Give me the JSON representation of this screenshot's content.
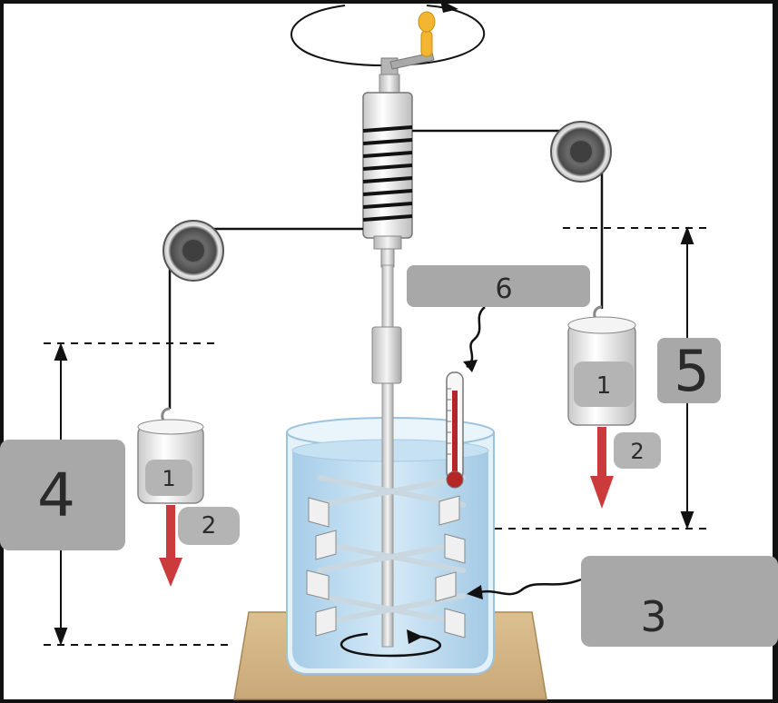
{
  "diagram": {
    "labels": [
      {
        "id": "label-1-left",
        "text": "1"
      },
      {
        "id": "label-2-left",
        "text": "2"
      },
      {
        "id": "label-1-right",
        "text": "1"
      },
      {
        "id": "label-2-right",
        "text": "2"
      },
      {
        "id": "label-3",
        "text": "3"
      },
      {
        "id": "label-4",
        "text": "4"
      },
      {
        "id": "label-5",
        "text": "5"
      },
      {
        "id": "label-6",
        "text": "6"
      }
    ]
  },
  "colors": {
    "frame": "#111111",
    "background": "#ffffff",
    "label_box": "#a8a8a8",
    "small_label_box": "#b4b4b4",
    "arrow_red": "#cc3b3b",
    "water": "#b8d9ee",
    "glass": "#dcecf6",
    "base_wood": "#d7b98a",
    "crank_handle": "#f2b630"
  }
}
